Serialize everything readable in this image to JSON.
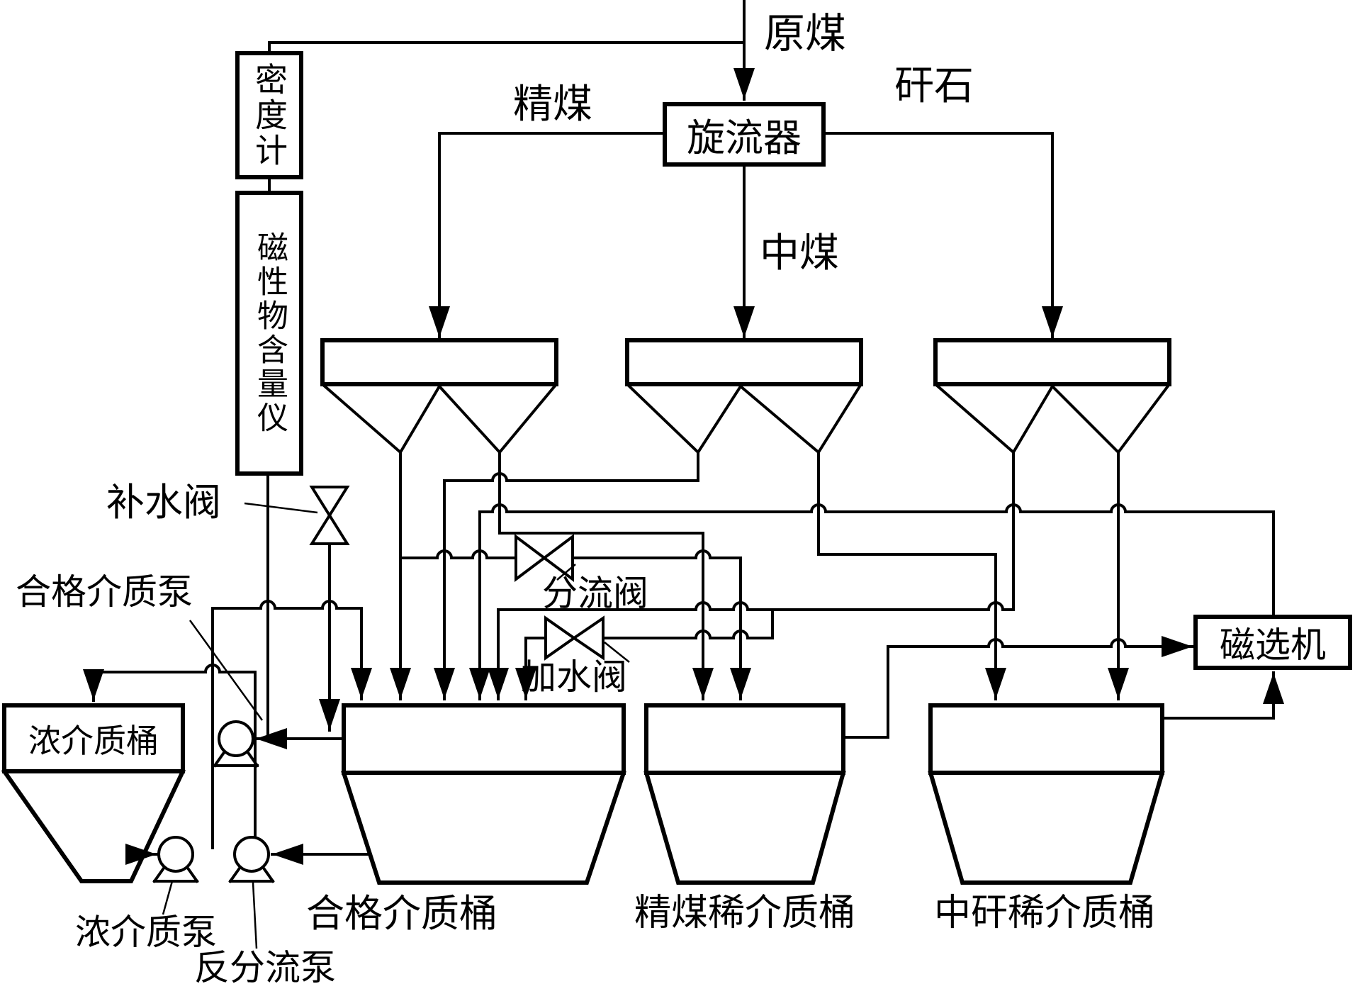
{
  "diagram": {
    "type": "process-flow-diagram",
    "line_color": "#000000",
    "background": "#ffffff",
    "streams": {
      "raw_coal": "原煤",
      "clean_coal": "精煤",
      "gangue": "矸石",
      "middling": "中煤"
    },
    "equipment": {
      "cyclone": "旋流器",
      "densimeter": "密度计",
      "magnetic_content_meter": "磁性物含量仪",
      "magnetic_separator": "磁选机"
    },
    "valves": {
      "makeup_water_valve": "补水阀",
      "diverter_valve": "分流阀",
      "water_add_valve": "加水阀"
    },
    "pumps": {
      "qualified_medium_pump": "合格介质泵",
      "concentrated_medium_pump": "浓介质泵",
      "reverse_split_pump": "反分流泵"
    },
    "tanks": {
      "concentrated_medium_tank": "浓介质桶",
      "qualified_medium_tank": "合格介质桶",
      "clean_coal_dilute_tank": "精煤稀介质桶",
      "mid_gangue_dilute_tank": "中矸稀介质桶"
    }
  }
}
